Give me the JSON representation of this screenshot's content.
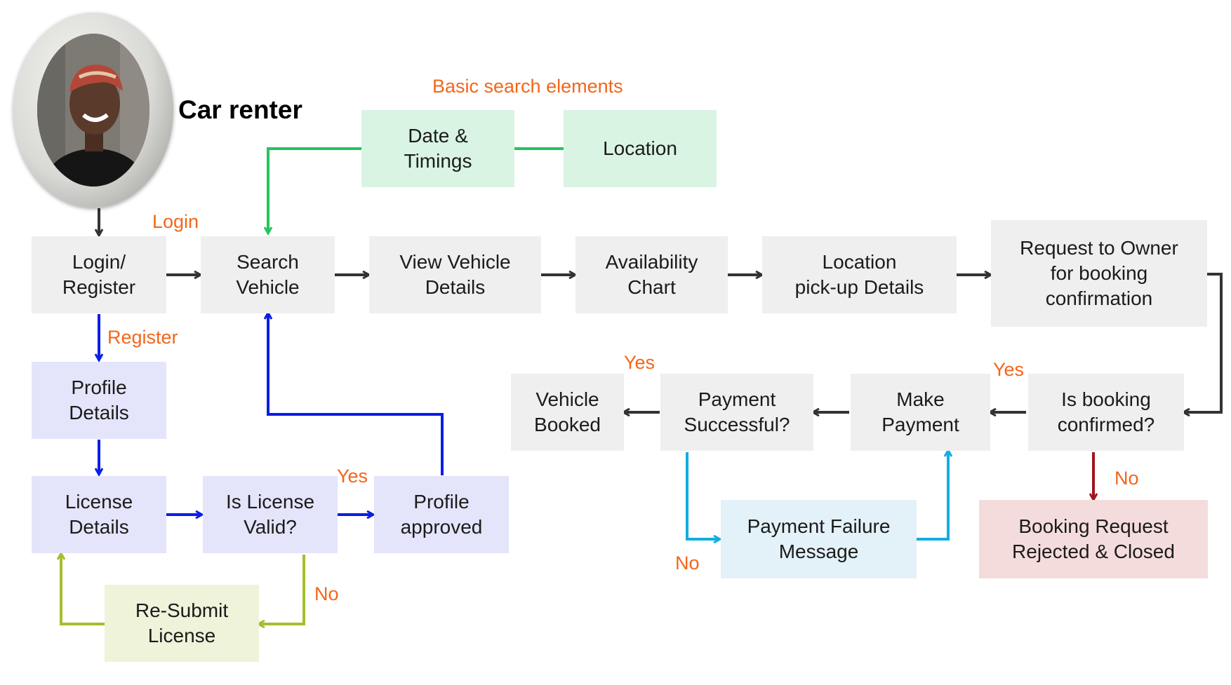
{
  "actor": {
    "title": "Car renter"
  },
  "edge_labels": {
    "basic_search": "Basic search elements",
    "login": "Login",
    "register": "Register",
    "yes_license": "Yes",
    "no_license": "No",
    "yes_payment": "Yes",
    "yes_booking": "Yes",
    "no_booking": "No",
    "no_payment": "No"
  },
  "boxes": {
    "date_timings": "Date &\nTimings",
    "location": "Location",
    "login_register": "Login/\nRegister",
    "search_vehicle": "Search\nVehicle",
    "view_vehicle": "View Vehicle\nDetails",
    "availability": "Availability\nChart",
    "pickup": "Location\npick-up Details",
    "request_owner": "Request to Owner\nfor booking\nconfirmation",
    "profile_details": "Profile\nDetails",
    "license_details": "License\nDetails",
    "license_valid": "Is License\nValid?",
    "profile_approved": "Profile\napproved",
    "resubmit": "Re-Submit\nLicense",
    "vehicle_booked": "Vehicle\nBooked",
    "payment_successful": "Payment\nSuccessful?",
    "make_payment": "Make\nPayment",
    "booking_confirmed": "Is booking\nconfirmed?",
    "payment_failure": "Payment Failure\nMessage",
    "booking_rejected": "Booking Request\nRejected & Closed"
  },
  "colors": {
    "grey_box": "#efefef",
    "violet_box": "#e4e4fb",
    "mint_box": "#d9f4e3",
    "olive_box": "#eef3da",
    "ice_box": "#e3f1f8",
    "rose_box": "#f5dcdc",
    "label_orange": "#f2661a",
    "arrow_dark": "#333333",
    "arrow_green": "#22c55e",
    "arrow_blue": "#0a1ee6",
    "arrow_olive": "#a5be2e",
    "arrow_cyan": "#12aee0",
    "arrow_red": "#a0151d"
  }
}
